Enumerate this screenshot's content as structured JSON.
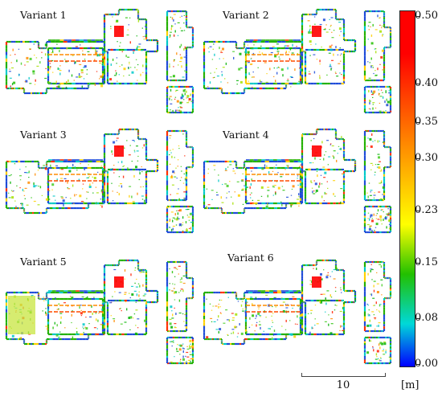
{
  "variants": [
    {
      "title": "Variant 1"
    },
    {
      "title": "Variant 2"
    },
    {
      "title": "Variant 3"
    },
    {
      "title": "Variant 4"
    },
    {
      "title": "Variant 5"
    },
    {
      "title": "Variant 6"
    }
  ],
  "colorbar": {
    "ticks": [
      "0.50",
      "0.40",
      "0.35",
      "0.30",
      "0.23",
      "0.15",
      "0.08",
      "0.00"
    ],
    "colors": {
      "red": "#ff0000",
      "orange": "#ff8c00",
      "yellow": "#ffff00",
      "green": "#22c000",
      "cyan": "#00d8d8",
      "blue": "#0000ff"
    }
  },
  "scale_bar": {
    "value": "10",
    "unit": "[m]"
  }
}
